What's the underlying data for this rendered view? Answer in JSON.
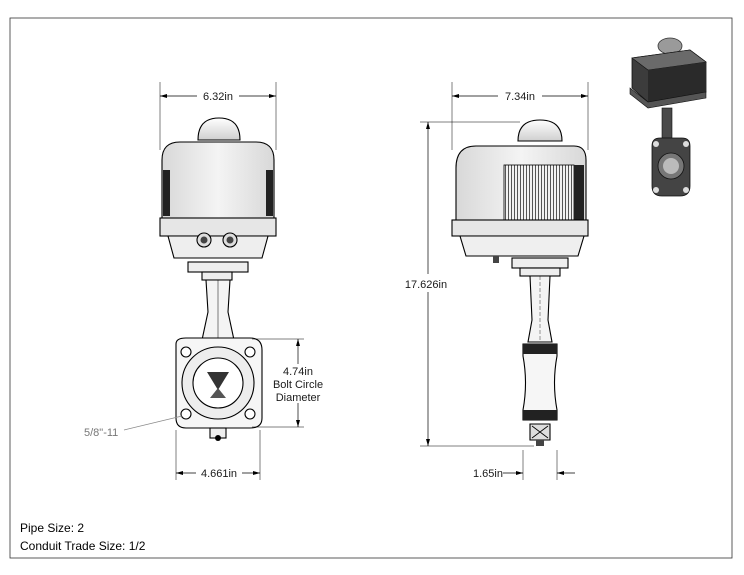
{
  "front_view": {
    "width_top": "6.32in",
    "bolt_circle": [
      "4.74in",
      "Bolt Circle",
      "Diameter"
    ],
    "width_bottom": "4.661in",
    "thread_callout": "5/8\"-11"
  },
  "side_view": {
    "width_top": "7.34in",
    "height": "17.626in",
    "width_bottom": "1.65in"
  },
  "footer": {
    "pipe_size": "Pipe Size: 2",
    "conduit_size": "Conduit Trade Size: 1/2"
  }
}
